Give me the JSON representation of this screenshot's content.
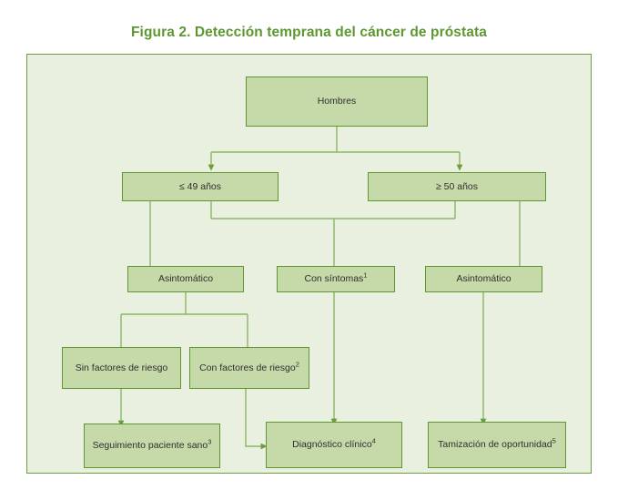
{
  "figure": {
    "title": "Figura 2. Detección temprana del cáncer de próstata",
    "title_color": "#5d9732",
    "frame_bg": "#eaf0e0",
    "frame_border": "#6a9e3f",
    "node_fill": "#c5d9a9",
    "node_border": "#5e9632",
    "connector_color": "#6a9e3f",
    "text_color": "#2f2f2f"
  },
  "nodes": {
    "hombres": {
      "label": "Hombres"
    },
    "edad_menor_49": {
      "label": "≤ 49 años"
    },
    "edad_mayor_50": {
      "label": "≥ 50 años"
    },
    "asintomatico_izq": {
      "label": "Asintomático"
    },
    "con_sintomas": {
      "label": "Con síntomas",
      "note": "1"
    },
    "asintomatico_der": {
      "label": "Asintomático"
    },
    "sin_factores": {
      "label": "Sin factores de riesgo"
    },
    "con_factores": {
      "label": "Con factores de riesgo",
      "note": "2"
    },
    "seguimiento": {
      "label": "Seguimiento paciente sano",
      "note": "3"
    },
    "diagnostico": {
      "label": "Diagnóstico clínico",
      "note": "4"
    },
    "tamizacion": {
      "label": "Tamización de oportunidad",
      "note": "5"
    }
  },
  "chart_data": {
    "type": "diagram",
    "title": "Figura 2. Detección temprana del cáncer de próstata",
    "diagram_kind": "flowchart",
    "orientation": "top-down",
    "levels": [
      [
        "Hombres"
      ],
      [
        "≤ 49 años",
        "≥ 50 años"
      ],
      [
        "Asintomático",
        "Con síntomas1",
        "Asintomático"
      ],
      [
        "Sin factores de riesgo",
        "Con factores de riesgo2"
      ],
      [
        "Seguimiento paciente sano3",
        "Diagnóstico clínico4",
        "Tamización de oportunidad5"
      ]
    ],
    "edges": [
      {
        "from": "Hombres",
        "to": "≤ 49 años"
      },
      {
        "from": "Hombres",
        "to": "≥ 50 años"
      },
      {
        "from": "≤ 49 años",
        "to": "Asintomático (izquierda)"
      },
      {
        "from": "≤ 49 años",
        "to": "Con síntomas1"
      },
      {
        "from": "≥ 50 años",
        "to": "Con síntomas1"
      },
      {
        "from": "≥ 50 años",
        "to": "Asintomático (derecha)"
      },
      {
        "from": "Asintomático (izquierda)",
        "to": "Sin factores de riesgo"
      },
      {
        "from": "Asintomático (izquierda)",
        "to": "Con factores de riesgo2"
      },
      {
        "from": "Sin factores de riesgo",
        "to": "Seguimiento paciente sano3"
      },
      {
        "from": "Con factores de riesgo2",
        "to": "Diagnóstico clínico4"
      },
      {
        "from": "Con síntomas1",
        "to": "Diagnóstico clínico4"
      },
      {
        "from": "Asintomático (derecha)",
        "to": "Tamización de oportunidad5"
      }
    ],
    "footnote_markers": [
      "1",
      "2",
      "3",
      "4",
      "5"
    ]
  }
}
